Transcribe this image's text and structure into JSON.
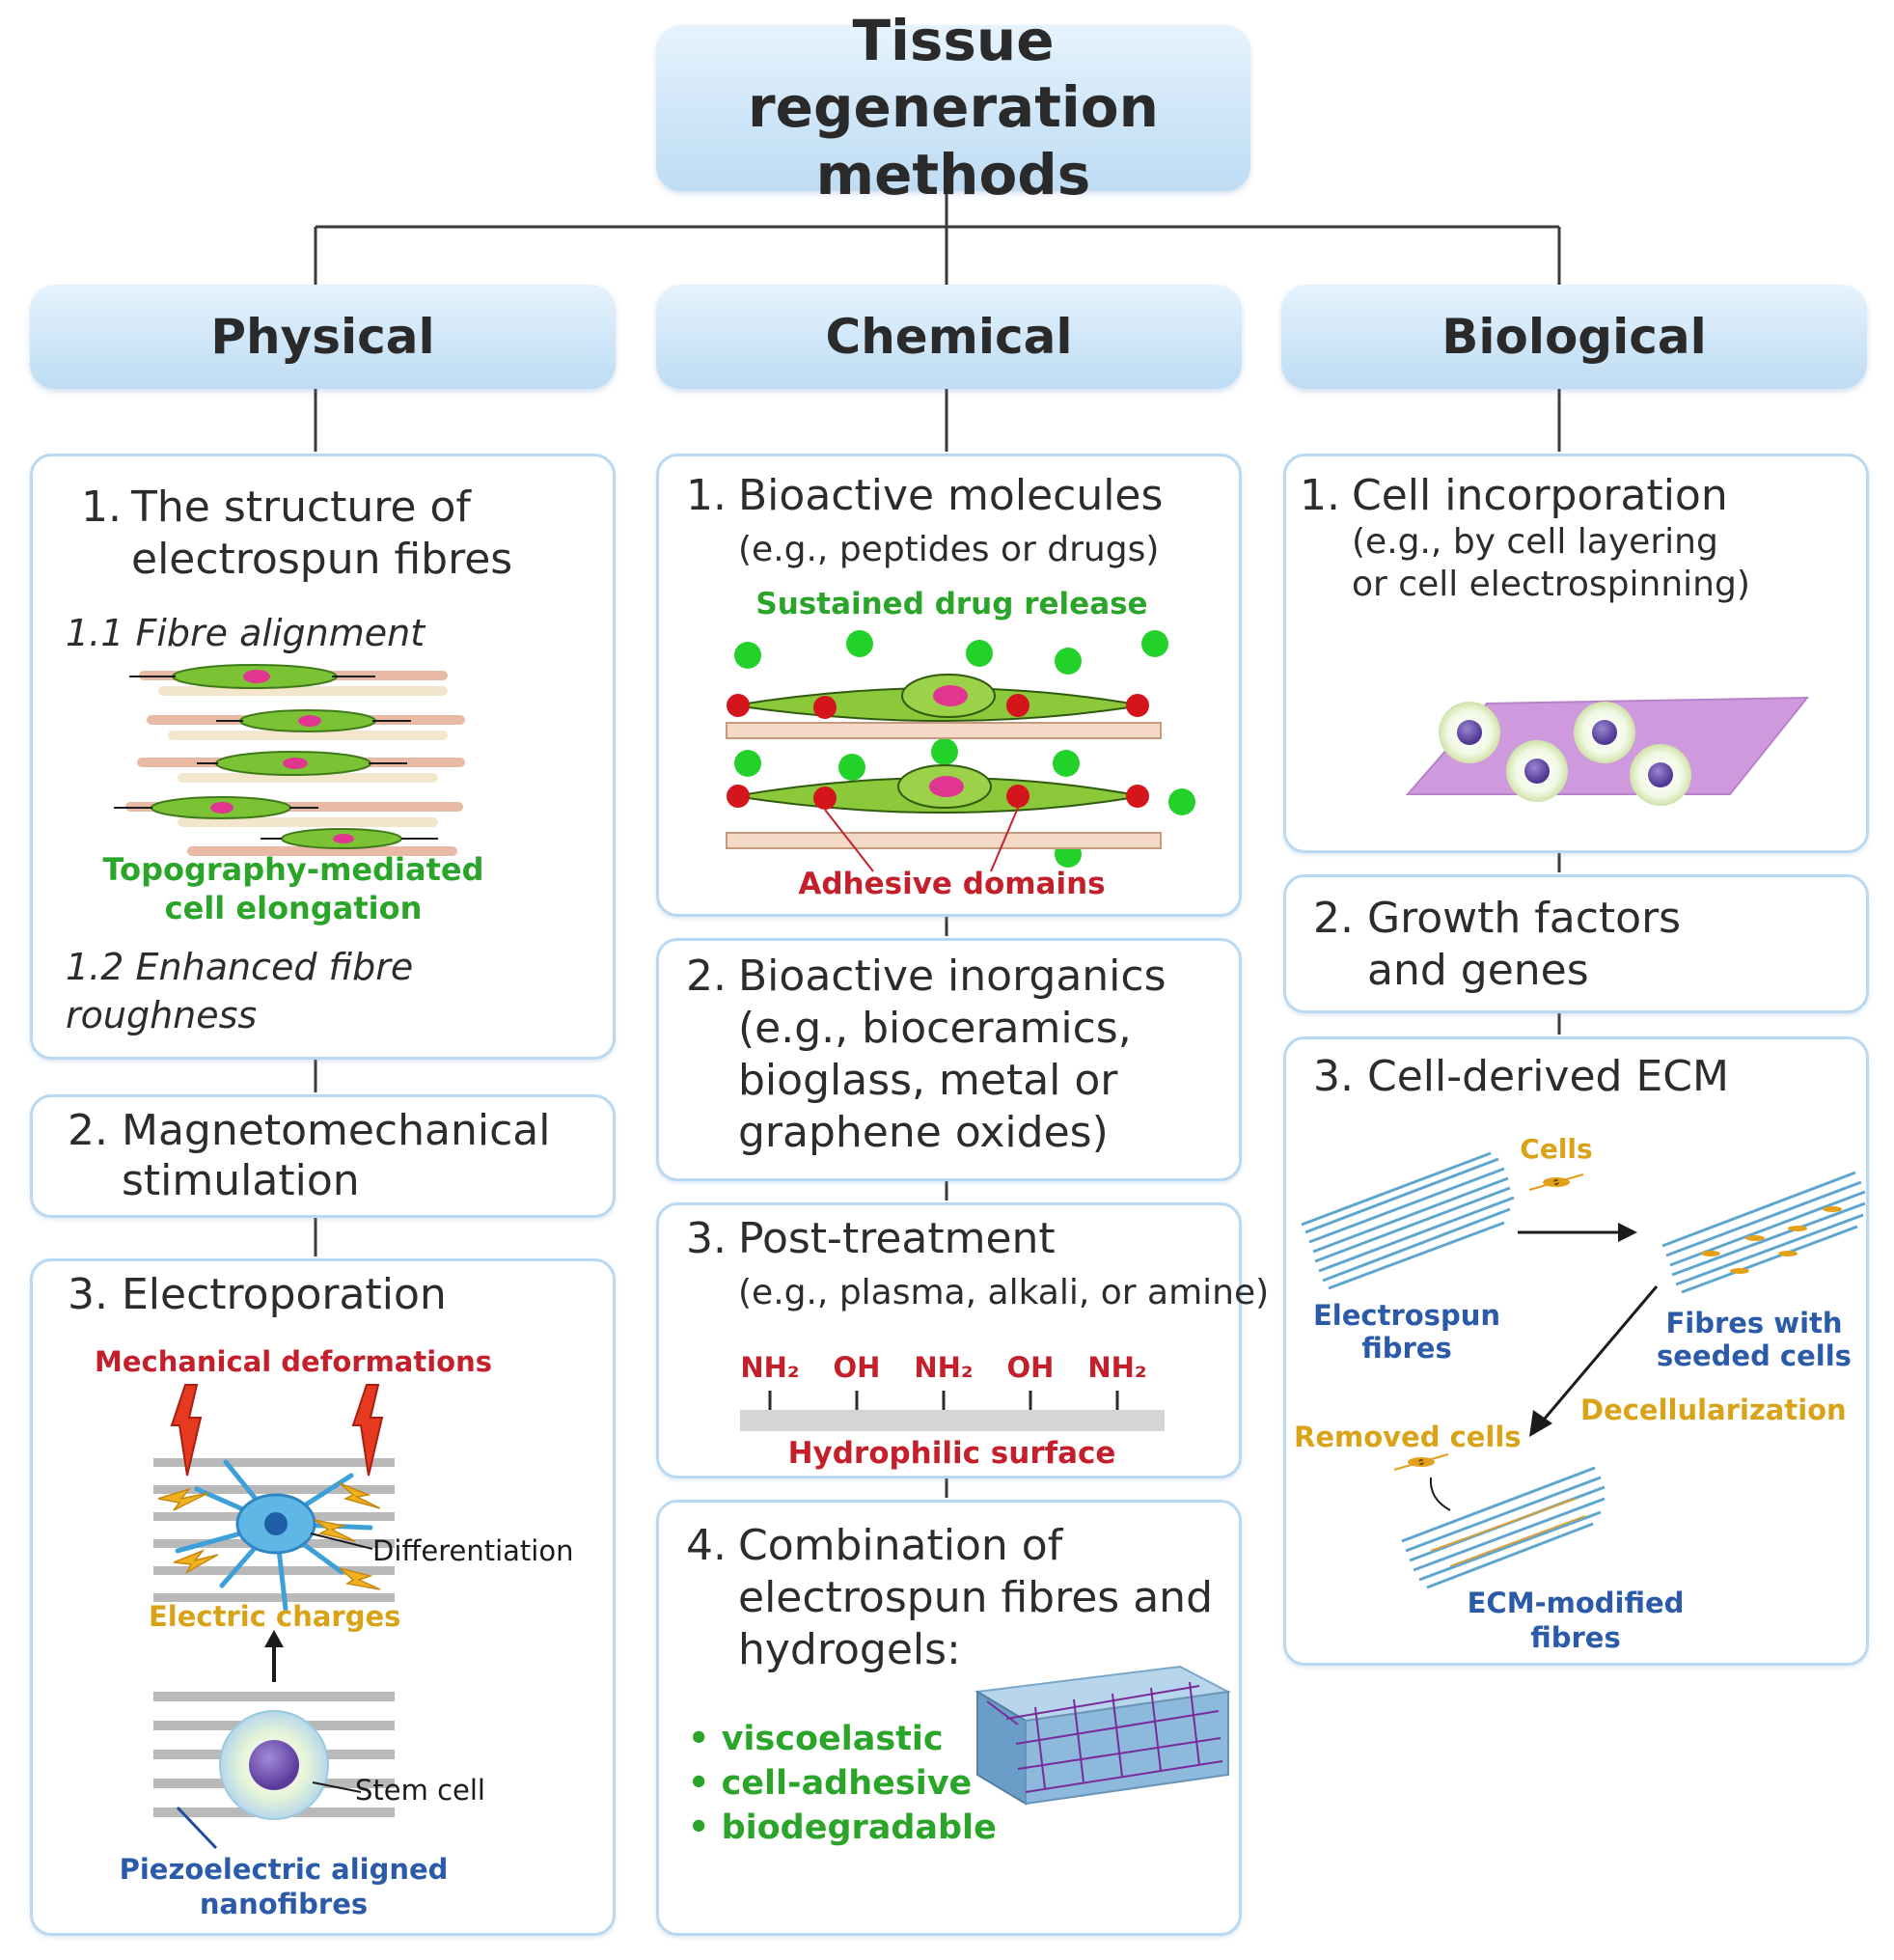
{
  "title": "Tissue regeneration methods",
  "columns": {
    "physical": {
      "header": "Physical",
      "box1": {
        "title_num": "1.",
        "title_l1": "The structure of",
        "title_l2": "electrospun fibres",
        "sub1": "1.1 Fibre alignment",
        "caption_l1": "Topography-mediated",
        "caption_l2": "cell elongation",
        "sub2_l1": "1.2 Enhanced fibre",
        "sub2_l2": "roughness"
      },
      "box2": {
        "num": "2.",
        "l1": "Magnetomechanical",
        "l2": "stimulation"
      },
      "box3": {
        "num": "3.",
        "title": "Electroporation",
        "mech": "Mechanical deformations",
        "diff": "Differentiation",
        "elec": "Electric charges",
        "stem": "Stem cell",
        "piezo_l1": "Piezoelectric aligned",
        "piezo_l2": "nanofibres"
      }
    },
    "chemical": {
      "header": "Chemical",
      "box1": {
        "num": "1.",
        "title": "Bioactive molecules",
        "sub": "(e.g., peptides or drugs)",
        "sustained": "Sustained drug release",
        "adhesive": "Adhesive domains"
      },
      "box2": {
        "num": "2.",
        "l1": "Bioactive inorganics",
        "l2": "(e.g., bioceramics,",
        "l3": "bioglass, metal or",
        "l4": "graphene oxides)"
      },
      "box3": {
        "num": "3.",
        "title": "Post-treatment",
        "sub": "(e.g., plasma, alkali, or amine)",
        "groups": [
          "NH₂",
          "OH",
          "NH₂",
          "OH",
          "NH₂"
        ],
        "surface": "Hydrophilic surface"
      },
      "box4": {
        "num": "4.",
        "l1": "Combination of",
        "l2": "electrospun fibres and",
        "l3": "hydrogels:",
        "bullets": [
          "viscoelastic",
          "cell-adhesive",
          "biodegradable"
        ]
      }
    },
    "biological": {
      "header": "Biological",
      "box1": {
        "num": "1.",
        "title": "Cell incorporation",
        "sub1": "(e.g., by cell layering",
        "sub2": "or cell electrospinning)"
      },
      "box2": {
        "num": "2.",
        "l1": "Growth factors",
        "l2": "and genes"
      },
      "box3": {
        "num": "3.",
        "title": "Cell-derived ECM",
        "cells": "Cells",
        "electrospun_l1": "Electrospun",
        "electrospun_l2": "fibres",
        "seeded_l1": "Fibres with",
        "seeded_l2": "seeded cells",
        "decell": "Decellularization",
        "removed": "Removed cells",
        "ecm_l1": "ECM-modified",
        "ecm_l2": "fibres"
      }
    }
  },
  "colors": {
    "header_fill": "#cfe6f8",
    "box_border": "#b9d9f2",
    "green": "#2aa52a",
    "red": "#c4202b",
    "yellow": "#d9a318",
    "blue": "#2a5aa8"
  }
}
